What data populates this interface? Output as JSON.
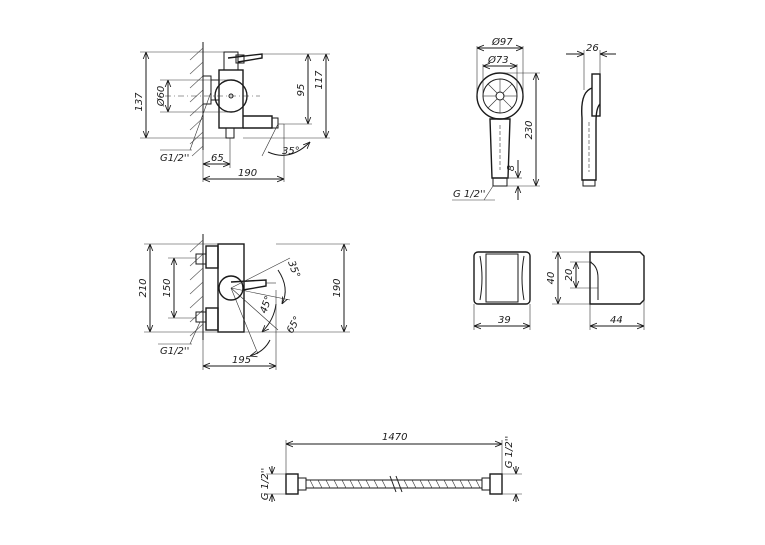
{
  "drawing": {
    "side_view": {
      "dim_137": "137",
      "dim_60": "Ø60",
      "dim_95": "95",
      "dim_117": "117",
      "dim_65": "65",
      "dim_190": "190",
      "angle_35": "35°",
      "thread": "G1/2''"
    },
    "hand_shower": {
      "dim_97": "Ø97",
      "dim_73": "Ø73",
      "dim_230": "230",
      "dim_8": "8",
      "thread": "G 1/2''",
      "dim_26": "26"
    },
    "top_view": {
      "dim_210": "210",
      "dim_150": "150",
      "dim_190": "190",
      "dim_195": "195",
      "angle_35": "35°",
      "angle_45": "45°",
      "angle_65": "65°",
      "thread": "G1/2''"
    },
    "holder": {
      "dim_39": "39",
      "dim_40": "40",
      "dim_20": "20",
      "dim_44": "44"
    },
    "hose": {
      "dim_1470": "1470",
      "thread_left": "G 1/2''",
      "thread_right": "G 1/2''"
    }
  }
}
